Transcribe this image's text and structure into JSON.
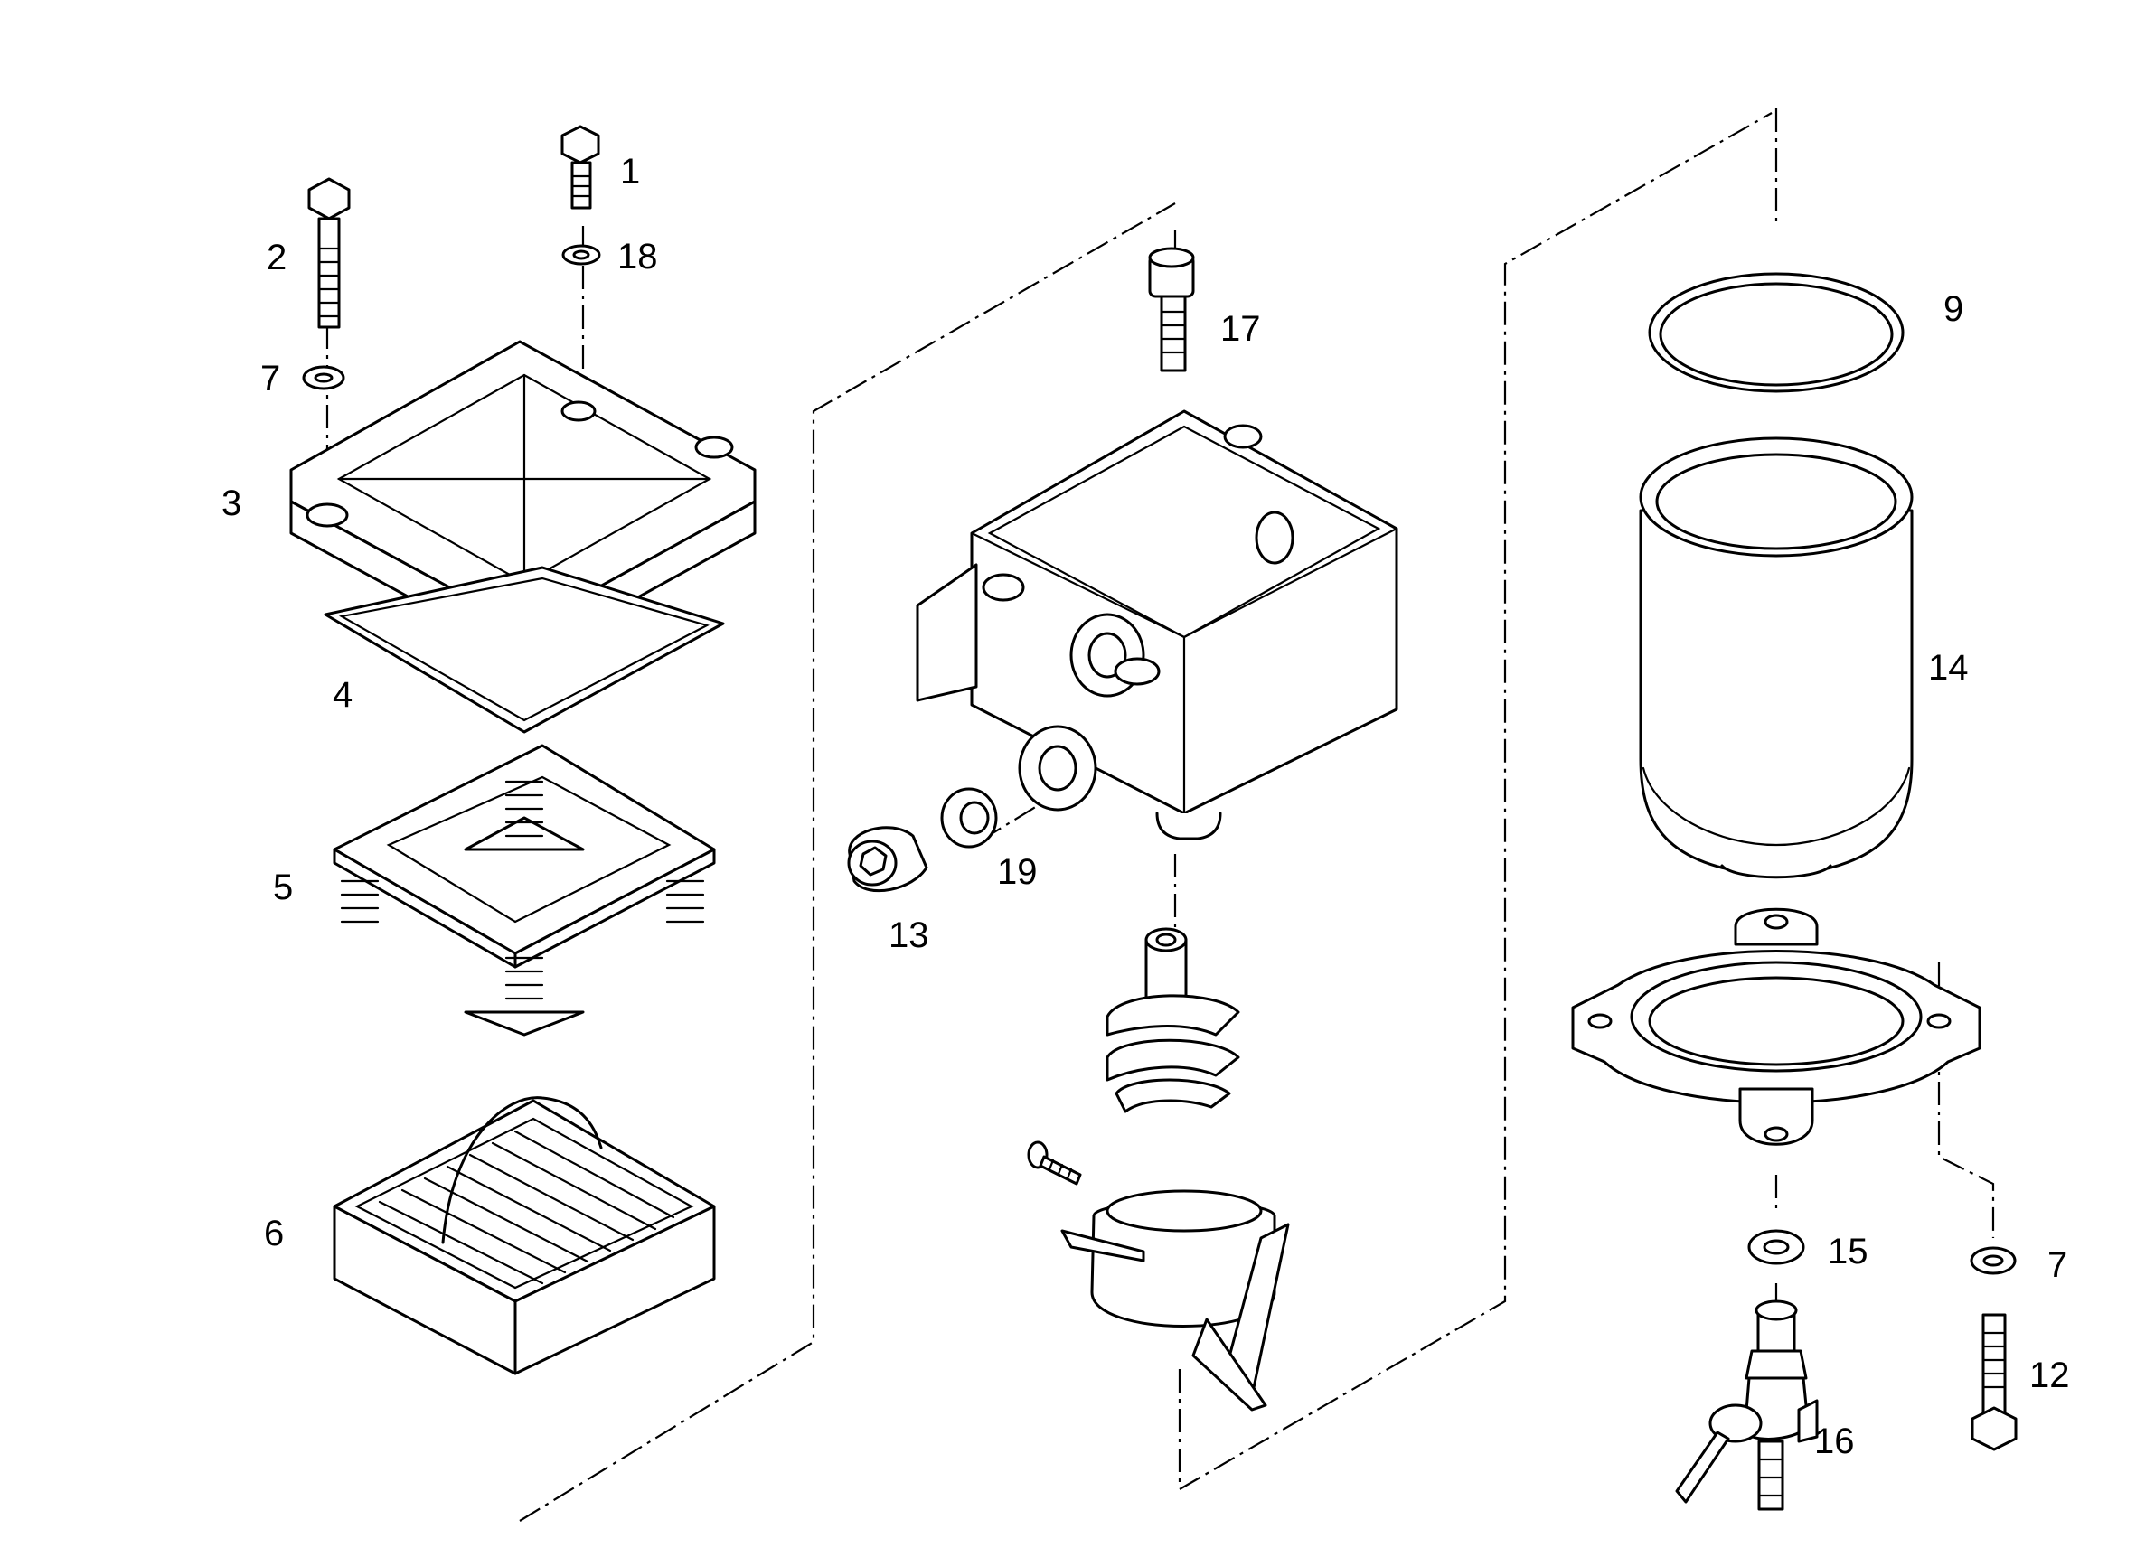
{
  "callouts": {
    "c1": "1",
    "c2": "2",
    "c3": "3",
    "c4": "4",
    "c5": "5",
    "c6": "6",
    "c7a": "7",
    "c7b": "7",
    "c9": "9",
    "c12": "12",
    "c13": "13",
    "c14": "14",
    "c15": "15",
    "c16": "16",
    "c17": "17",
    "c18": "18",
    "c19": "19"
  }
}
